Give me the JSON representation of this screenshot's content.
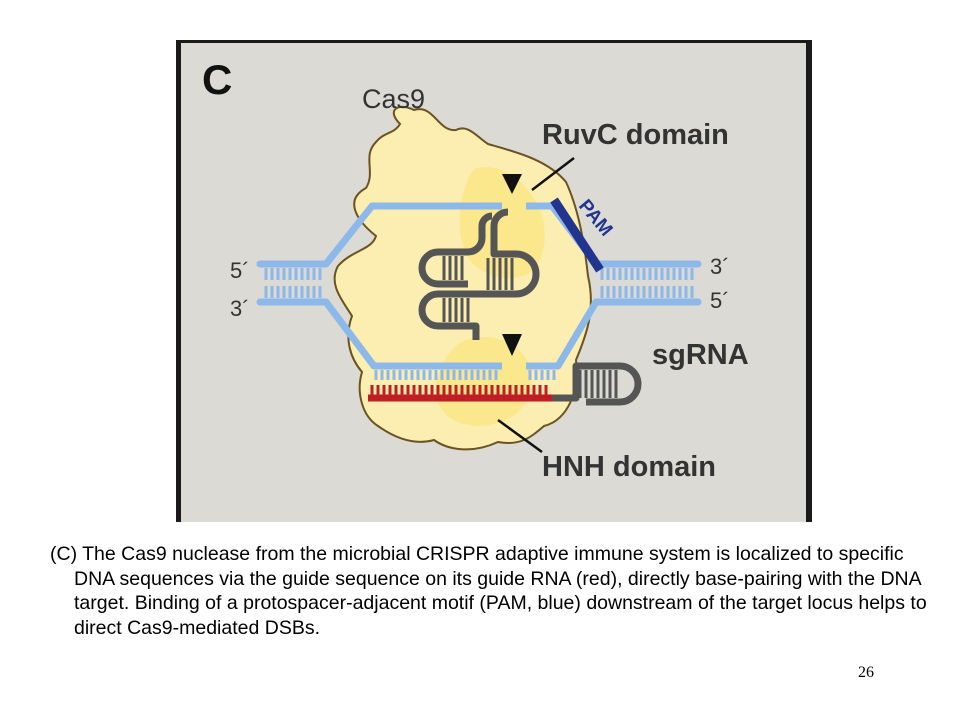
{
  "figure": {
    "panel_letter": "C",
    "labels": {
      "cas9": "Cas9",
      "ruvc": "RuvC domain",
      "pam": "PAM",
      "sgrna": "sgRNA",
      "hnh": "HNH domain",
      "left_top_end": "5´",
      "left_bottom_end": "3´",
      "right_top_end": "3´",
      "right_bottom_end": "5´"
    },
    "colors": {
      "panel_bg": "#dcdad5",
      "panel_border": "#1a1a1a",
      "cas9_body": "#fbeeb0",
      "cas9_outline": "#6b5220",
      "inner_domain": "#fbe78c",
      "dna": "#8db8ea",
      "pam": "#21358f",
      "guide_rna": "#be1e24",
      "sgrna_scaffold": "#555555",
      "cut_marker": "#111111"
    }
  },
  "caption": "(C) The Cas9 nuclease from the microbial CRISPR adaptive immune system is localized to specific DNA sequences via the guide sequence on its guide RNA (red), directly base-pairing with the DNA target. Binding of a protospacer-adjacent motif (PAM, blue) downstream of the target locus helps to direct Cas9-mediated DSBs.",
  "page_number": "26"
}
